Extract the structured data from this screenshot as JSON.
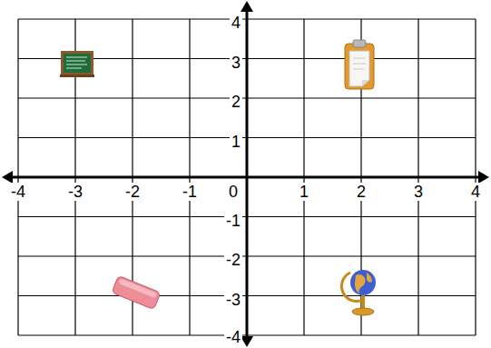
{
  "diagram": {
    "labels": [
      "-4",
      "-3",
      "-2",
      "-1",
      "0",
      "1",
      "2",
      "3",
      "4",
      "4",
      "3",
      "2",
      "1",
      "-1",
      "-2",
      "-3",
      "-4"
    ]
  }
}
